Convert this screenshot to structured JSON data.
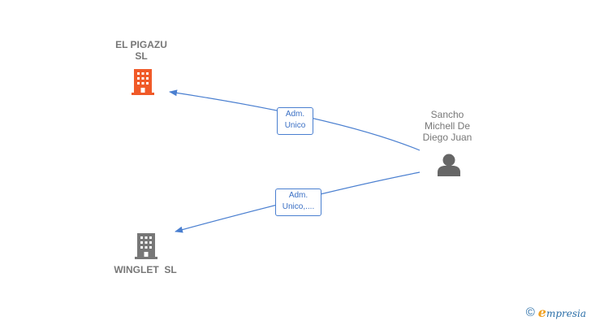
{
  "nodes": {
    "el_pigazu": {
      "name_line1": "EL PIGAZU",
      "name_line2": "SL",
      "icon": "building-icon",
      "color": "#f05a28"
    },
    "winglet": {
      "name": "WINGLET  SL",
      "icon": "building-icon",
      "color": "#777777"
    },
    "sancho": {
      "name_line1": "Sancho",
      "name_line2": "Michell De",
      "name_line3": "Diego Juan",
      "icon": "person-icon",
      "color": "#666666"
    }
  },
  "edges": [
    {
      "from": "sancho",
      "to": "el_pigazu",
      "label_line1": "Adm.",
      "label_line2": "Unico"
    },
    {
      "from": "sancho",
      "to": "winglet",
      "label_line1": "Adm.",
      "label_line2": "Unico,...."
    }
  ],
  "edge_color": "#4a7fd0",
  "footer": {
    "copyright": "©",
    "brand_first": "e",
    "brand_rest": "mpresia"
  }
}
